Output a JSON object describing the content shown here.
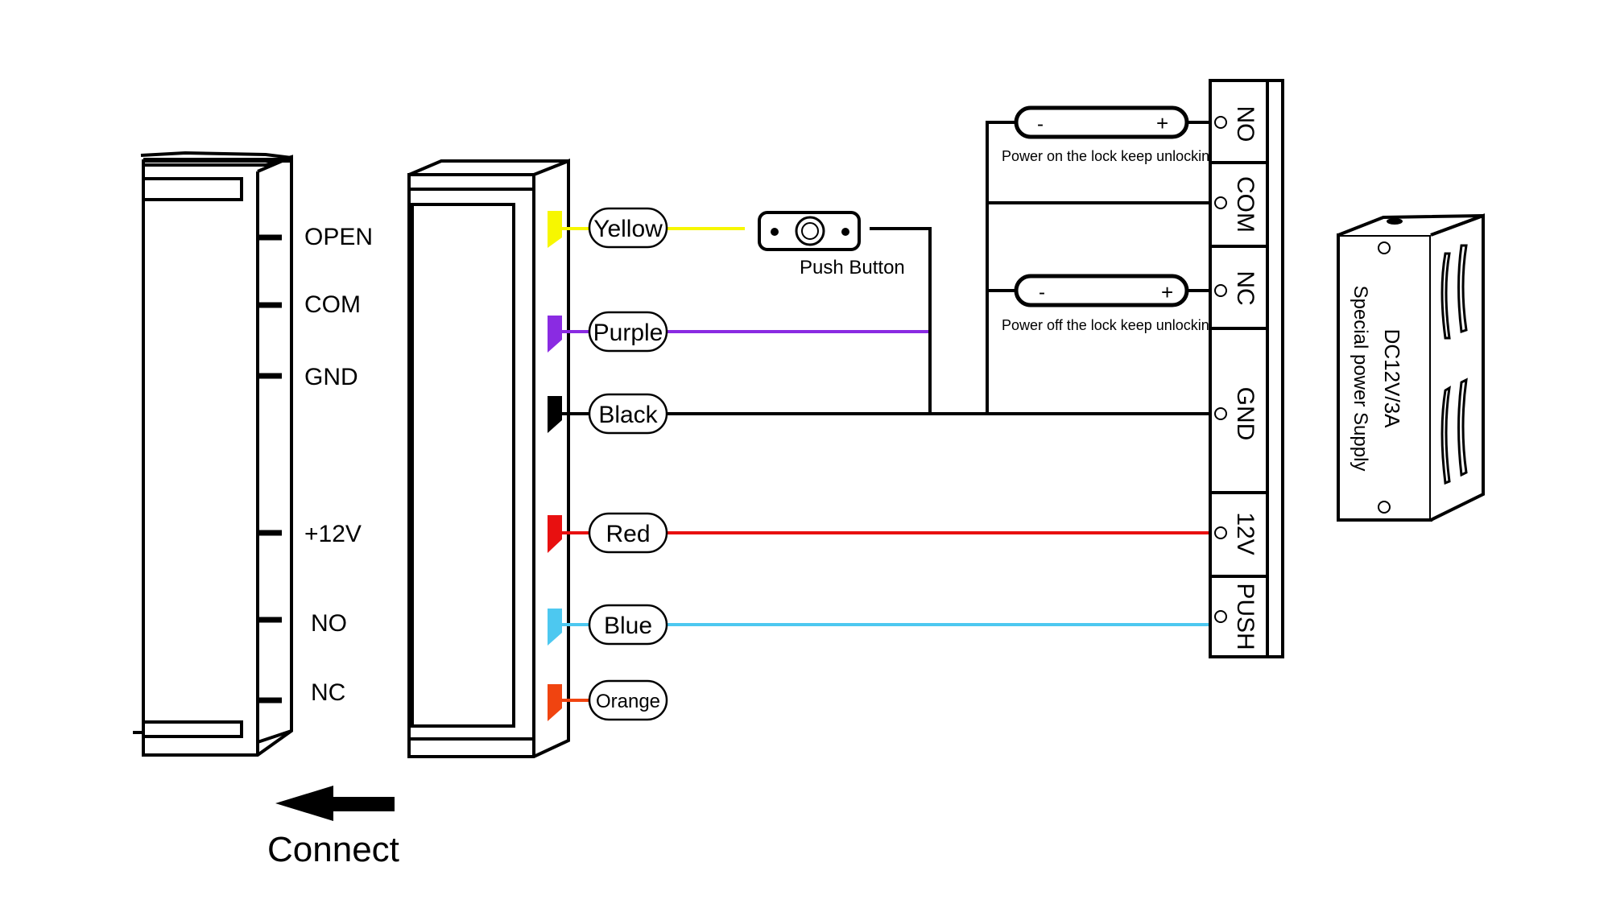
{
  "reader_pins": [
    "OPEN",
    "COM",
    "GND",
    "+12V",
    "NO",
    "NC"
  ],
  "wires": {
    "yellow": {
      "label": "Yellow",
      "color": "#f7f700"
    },
    "purple": {
      "label": "Purple",
      "color": "#8a2be2"
    },
    "black": {
      "label": "Black",
      "color": "#000000"
    },
    "red": {
      "label": "Red",
      "color": "#e81010"
    },
    "blue": {
      "label": "Blue",
      "color": "#4dc8f0"
    },
    "orange": {
      "label": "Orange",
      "color": "#f04410"
    }
  },
  "push_button": {
    "label": "Push Button"
  },
  "locks": {
    "top": {
      "caption": "Power on the lock keep unlocking",
      "minus": "-",
      "plus": "+"
    },
    "bottom": {
      "caption": "Power off the lock keep unlocking",
      "minus": "-",
      "plus": "+"
    }
  },
  "terminals": [
    "NO",
    "COM",
    "NC",
    "GND",
    "12V",
    "PUSH"
  ],
  "power_supply": {
    "line1": "DC12V/3A",
    "line2": "Special power Supply"
  },
  "connect_label": "Connect"
}
